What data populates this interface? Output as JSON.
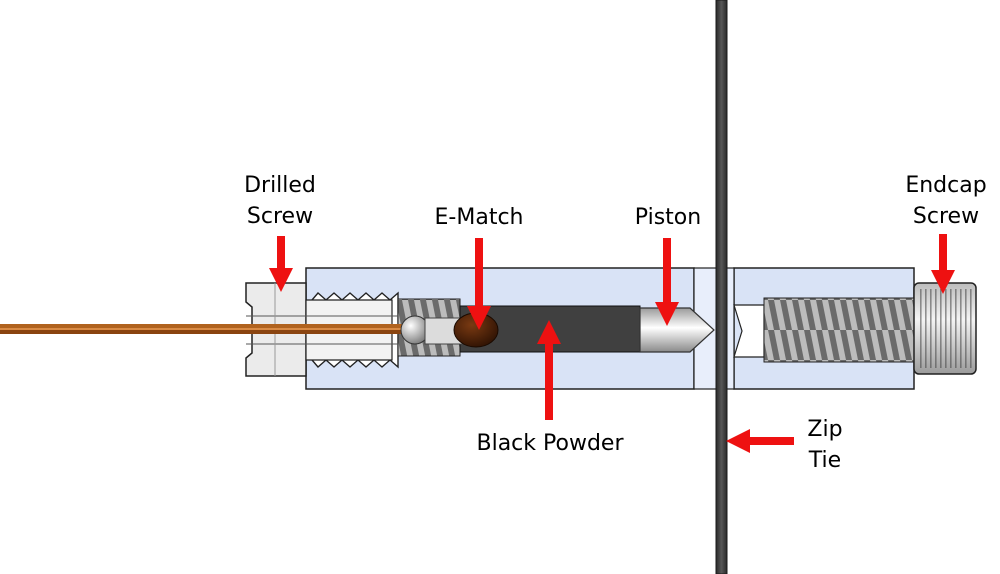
{
  "labels": {
    "drilled_screw": [
      "Drilled",
      "Screw"
    ],
    "e_match": "E-Match",
    "piston": "Piston",
    "endcap_screw": [
      "Endcap",
      "Screw"
    ],
    "black_powder": "Black Powder",
    "zip_tie": [
      "Zip",
      "Tie"
    ]
  },
  "colors": {
    "arrow": "#ee1111",
    "housing": "#d9e3f6",
    "bore": "#404040",
    "wire": "#b0621e",
    "zip_tie": "#3a3a3a",
    "ematch_head": "#4a1e06",
    "screw_metal": "#e2e2e2"
  }
}
